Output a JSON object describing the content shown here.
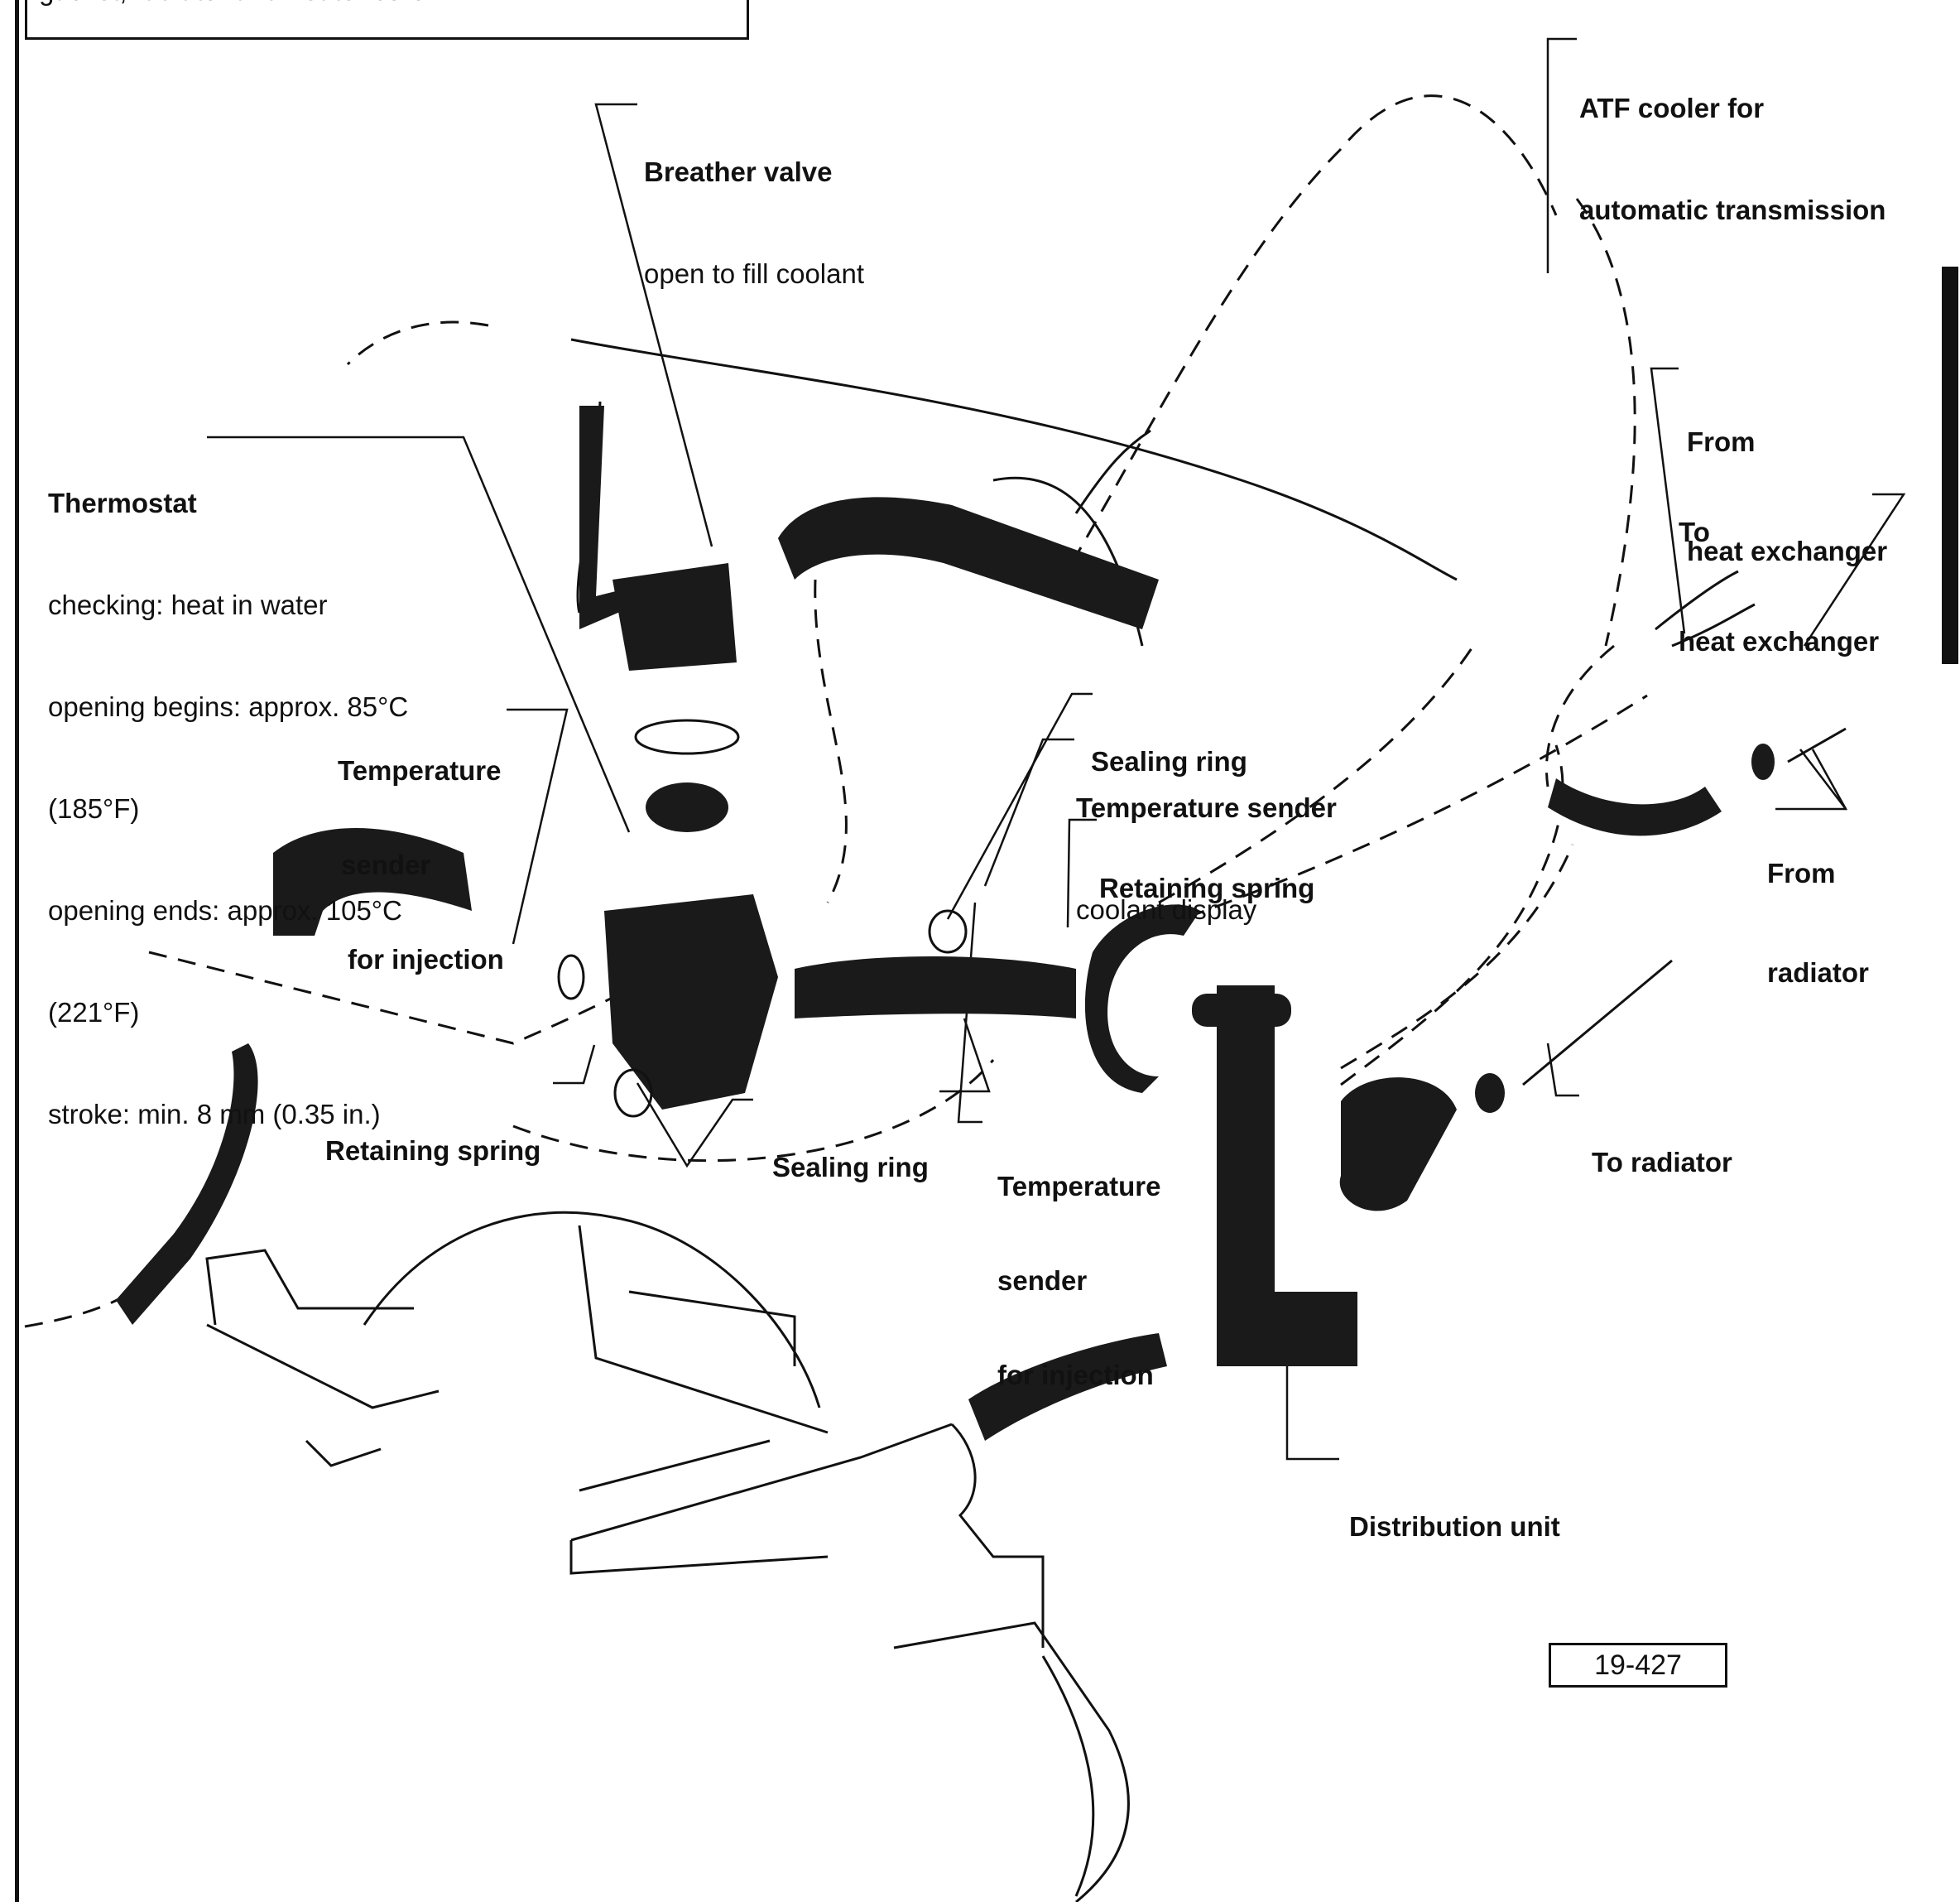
{
  "page": {
    "top_note": "gasket, radiator and heater core.",
    "figure_number": "19-427"
  },
  "labels": {
    "breather_valve": {
      "title": "Breather valve",
      "sub": "open to fill coolant"
    },
    "atf_cooler": {
      "line1": "ATF cooler for",
      "line2": "automatic transmission"
    },
    "thermostat": {
      "title": "Thermostat",
      "lines": [
        "checking: heat in water",
        "opening begins: approx. 85°C",
        "(185°F)",
        "opening ends: approx. 105°C",
        "(221°F)",
        "stroke: min. 8 mm (0.35 in.)"
      ]
    },
    "from_heat_exchanger": {
      "line1": "From",
      "line2": "heat exchanger"
    },
    "to_heat_exchanger": {
      "line1": "To",
      "line2": "heat exchanger"
    },
    "temp_sender_injection_left": {
      "line1": "Temperature",
      "line2": "sender",
      "line3": "for injection"
    },
    "sealing_ring_top": "Sealing ring",
    "temp_sender_coolant": {
      "title": "Temperature sender",
      "sub": "coolant display"
    },
    "retaining_spring_top": "Retaining spring",
    "from_radiator": {
      "line1": "From",
      "line2": "radiator"
    },
    "retaining_spring_left": "Retaining spring",
    "sealing_ring_bottom": "Sealing ring",
    "temp_sender_injection_bottom": {
      "line1": "Temperature",
      "line2": "sender",
      "line3": "for injection"
    },
    "to_radiator": "To radiator",
    "distribution_unit": "Distribution unit"
  }
}
